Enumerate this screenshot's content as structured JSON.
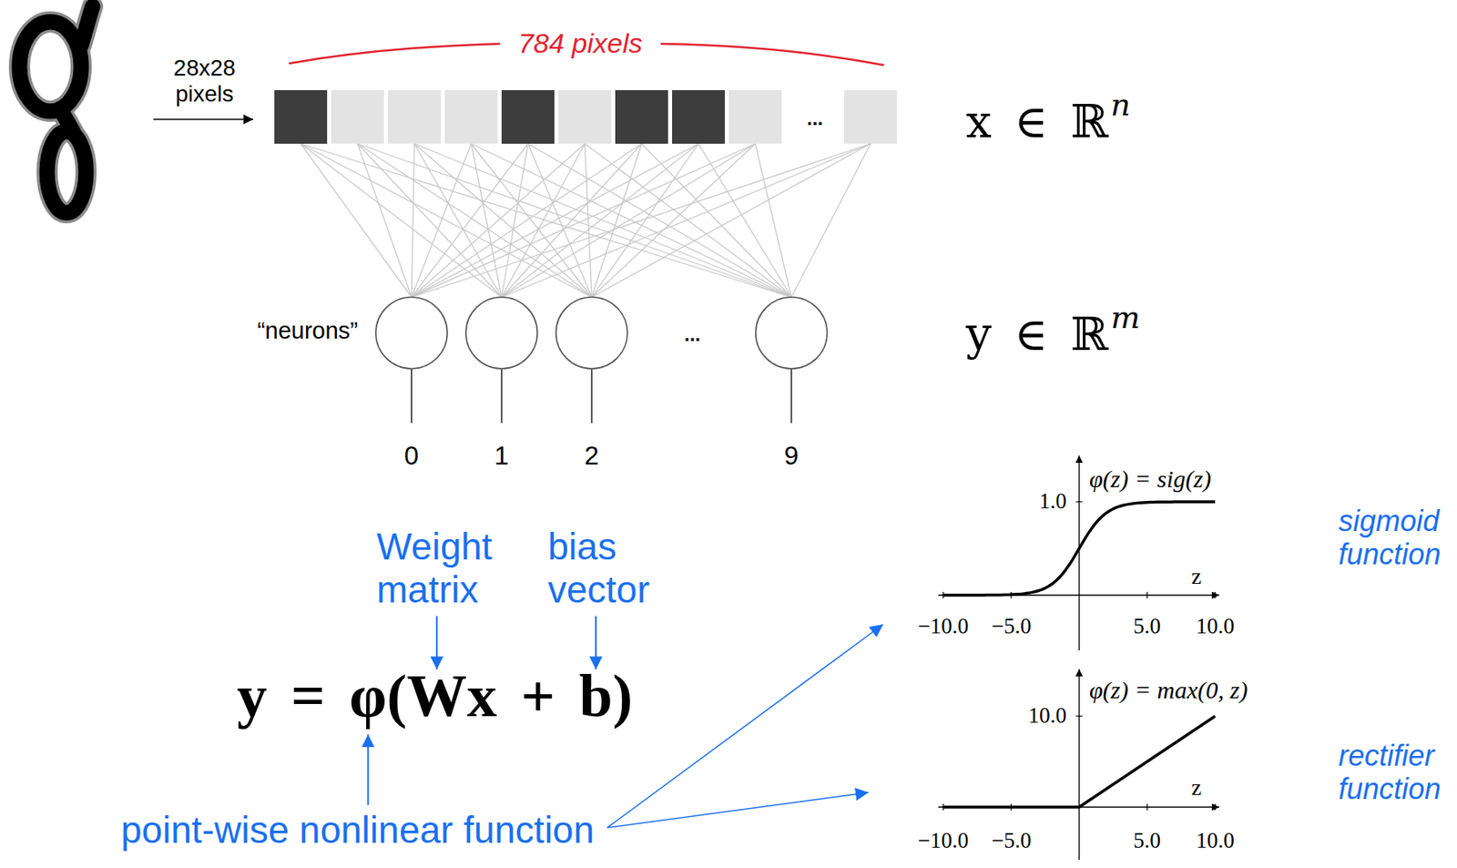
{
  "diagram": {
    "labels": [
      "28x28 pixels",
      "784 pixels",
      "x ∈ ℝ",
      "n",
      "“neurons”",
      "...",
      "...",
      "y ∈ ℝ",
      "m",
      "0",
      "1",
      "2",
      "9",
      "φ(z) = sig(z)",
      "sigmoid function",
      "1.0",
      "z",
      "Weight matrix",
      "bias vector",
      "−10.0",
      "−5.0",
      "5.0",
      "10.0",
      "y = φ(Wx + b)",
      "φ(z) = max(0, z)",
      "10.0",
      "rectifier function",
      "z",
      "point-wise nonlinear function",
      "−10.0",
      "−5.0",
      "5.0",
      "10.0"
    ]
  }
}
